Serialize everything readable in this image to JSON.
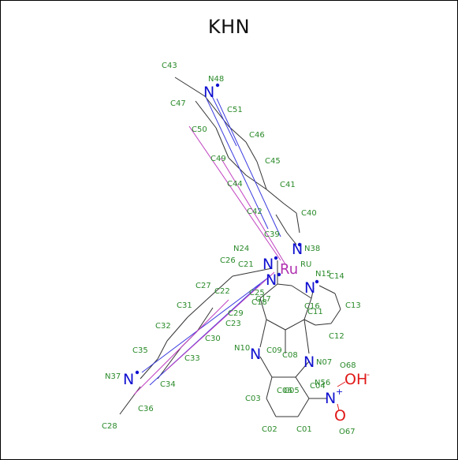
{
  "title": "KHN",
  "colors": {
    "label": "#2a8a2a",
    "nitrogen": "#1010d0",
    "ruthenium": "#b030b0",
    "oxygen": "#e01818",
    "bond": "#333333"
  },
  "elements": {
    "n48": "N",
    "n38": "N",
    "n24": "N",
    "n_b": "N",
    "n15": "N",
    "n10": "N",
    "n07": "N",
    "n37": "N",
    "n56": "N",
    "ru": "Ru",
    "oh": "OH",
    "oh_charge": "-",
    "o67": "O",
    "n56_charge": "+"
  },
  "atom_labels": [
    "C43",
    "N48",
    "C47",
    "C51",
    "C50",
    "C46",
    "C49",
    "C45",
    "C44",
    "C41",
    "C42",
    "C40",
    "C39",
    "N38",
    "N24",
    "RU",
    "N15",
    "C14",
    "C26",
    "C21",
    "C27",
    "C22",
    "C25",
    "C18",
    "C17",
    "C16",
    "C13",
    "C11",
    "C31",
    "C29",
    "C23",
    "C32",
    "C12",
    "C30",
    "N10",
    "C09",
    "C08",
    "N07",
    "O68",
    "C35",
    "C33",
    "N37",
    "C34",
    "N56",
    "C04",
    "C06",
    "C05",
    "C03",
    "C36",
    "C28",
    "C02",
    "C01",
    "O67"
  ]
}
